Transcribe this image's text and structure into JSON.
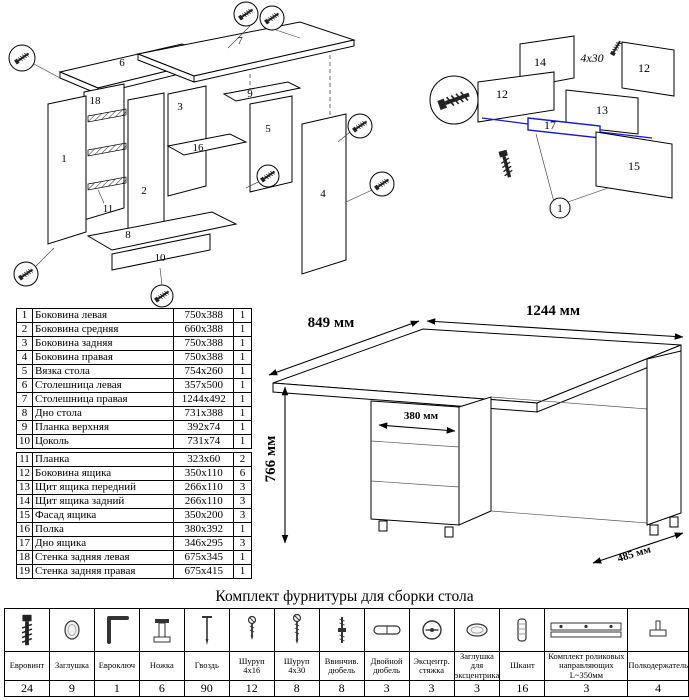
{
  "assembly": {
    "labels": {
      "p1": "1",
      "p2": "2",
      "p3": "3",
      "p4": "4",
      "p5": "5",
      "p6": "6",
      "p7": "7",
      "p8": "8",
      "p9": "9",
      "p10": "10",
      "p11": "11",
      "p16": "16",
      "p18": "18"
    }
  },
  "drawer_detail": {
    "labels": {
      "p12a": "12",
      "p12b": "12",
      "p13": "13",
      "p14": "14",
      "p15": "15",
      "p17": "17",
      "screw_size": "4x30",
      "callout": "1"
    }
  },
  "dimension_drawing": {
    "width_total": "1244 мм",
    "depth_left": "849 мм",
    "height": "766 мм",
    "drawer_width": "380 мм",
    "depth_right": "485 мм"
  },
  "parts_table": {
    "main_rows": [
      {
        "num": "1",
        "name": "Боковина левая",
        "size": "750x388",
        "qty": "1"
      },
      {
        "num": "2",
        "name": "Боковина средняя",
        "size": "660x388",
        "qty": "1"
      },
      {
        "num": "3",
        "name": "Боковина задняя",
        "size": "750x388",
        "qty": "1"
      },
      {
        "num": "4",
        "name": "Боковина правая",
        "size": "750x388",
        "qty": "1"
      },
      {
        "num": "5",
        "name": "Вязка стола",
        "size": "754x260",
        "qty": "1"
      },
      {
        "num": "6",
        "name": "Столешница левая",
        "size": "357x500",
        "qty": "1"
      },
      {
        "num": "7",
        "name": "Столешница правая",
        "size": "1244x492",
        "qty": "1"
      },
      {
        "num": "8",
        "name": "Дно стола",
        "size": "731x388",
        "qty": "1"
      },
      {
        "num": "9",
        "name": "Планка верхняя",
        "size": "392x74",
        "qty": "1"
      },
      {
        "num": "10",
        "name": "Цоколь",
        "size": "731x74",
        "qty": "1"
      }
    ],
    "drawer_rows": [
      {
        "num": "11",
        "name": "Планка",
        "size": "323x60",
        "qty": "2"
      },
      {
        "num": "12",
        "name": "Боковина ящика",
        "size": "350x110",
        "qty": "6"
      },
      {
        "num": "13",
        "name": "Щит ящика передний",
        "size": "266x110",
        "qty": "3"
      },
      {
        "num": "14",
        "name": "Щит ящика задний",
        "size": "266x110",
        "qty": "3"
      },
      {
        "num": "15",
        "name": "Фасад ящика",
        "size": "350x200",
        "qty": "3"
      },
      {
        "num": "16",
        "name": "Полка",
        "size": "380x392",
        "qty": "1"
      },
      {
        "num": "17",
        "name": "Дно ящика",
        "size": "346x295",
        "qty": "3"
      },
      {
        "num": "18",
        "name": "Стенка задняя левая",
        "size": "675x345",
        "qty": "1"
      },
      {
        "num": "19",
        "name": "Стенка задняя правая",
        "size": "675x415",
        "qty": "1"
      }
    ]
  },
  "hardware": {
    "title": "Комплект фурнитуры для сборки стола",
    "items": [
      {
        "icon": "euroscrew-icon",
        "name": "Евровинт",
        "qty": "24"
      },
      {
        "icon": "cap-icon",
        "name": "Заглушка",
        "qty": "9"
      },
      {
        "icon": "hexkey-icon",
        "name": "Евроключ",
        "qty": "1"
      },
      {
        "icon": "leg-icon",
        "name": "Ножка",
        "qty": "6"
      },
      {
        "icon": "nail-icon",
        "name": "Гвоздь",
        "qty": "90"
      },
      {
        "icon": "screw-4x16-icon",
        "name": "Шуруп 4x16",
        "qty": "12"
      },
      {
        "icon": "screw-4x30-icon",
        "name": "Шуруп 4x30",
        "qty": "8"
      },
      {
        "icon": "dowel-screw-icon",
        "name": "Ввинчив. дюбель",
        "qty": "8"
      },
      {
        "icon": "double-dowel-icon",
        "name": "Двойной дюбель",
        "qty": "3"
      },
      {
        "icon": "cam-lock-icon",
        "name": "Эксцентр. стяжка",
        "qty": "3"
      },
      {
        "icon": "cam-cap-icon",
        "name": "Заглушка для эксцентрика",
        "qty": "3"
      },
      {
        "icon": "shkant-icon",
        "name": "Шкант",
        "qty": "16"
      },
      {
        "icon": "rails-icon",
        "name": "Комплект роликовых направляющих L~350мм",
        "qty": "3"
      },
      {
        "icon": "shelf-holder-icon",
        "name": "Полкодержатель",
        "qty": "4"
      }
    ]
  }
}
